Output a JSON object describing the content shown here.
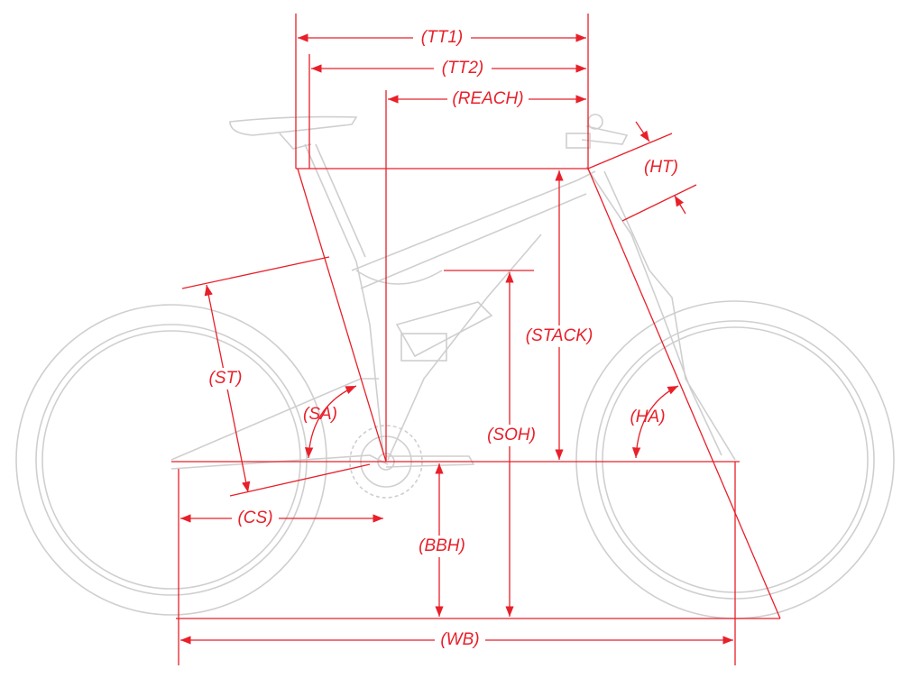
{
  "colors": {
    "dimension": "#e8202a",
    "bike": "#cfcfcf",
    "background": "#ffffff"
  },
  "labels": {
    "tt1": "(TT1)",
    "tt2": "(TT2)",
    "reach": "(REACH)",
    "ht": "(HT)",
    "stack": "(STACK)",
    "st": "(ST)",
    "sa": "(SA)",
    "soh": "(SOH)",
    "ha": "(HA)",
    "cs": "(CS)",
    "bbh": "(BBH)",
    "wb": "(WB)"
  }
}
